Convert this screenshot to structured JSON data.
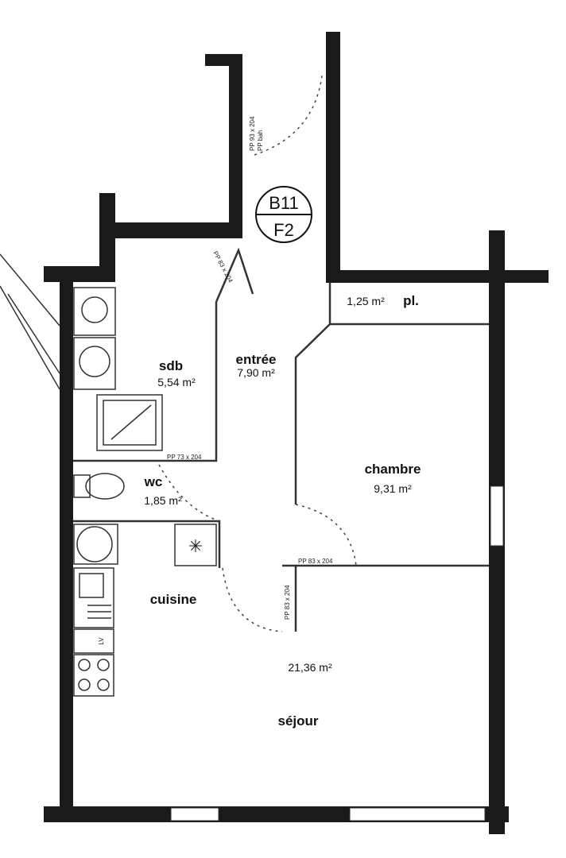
{
  "badge": {
    "building": "B11",
    "type": "F2"
  },
  "rooms": {
    "entree": {
      "name": "entrée",
      "area": "7,90 m²"
    },
    "sdb": {
      "name": "sdb",
      "area": "5,54 m²"
    },
    "wc": {
      "name": "wc",
      "area": "1,85 m²"
    },
    "cuisine": {
      "name": "cuisine"
    },
    "placard": {
      "name": "pl.",
      "area": "1,25 m²"
    },
    "chambre": {
      "name": "chambre",
      "area": "9,31 m²"
    },
    "sejour": {
      "name": "séjour",
      "area": "21,36 m²"
    }
  },
  "fixtures": {
    "dishwasher": "LV"
  },
  "doors": {
    "entry": "PP 93 x 204",
    "entry_sub": "PP bah",
    "sdb": "PP 83 x 204",
    "wc": "PP 73 x 204",
    "chambre": "PP 83 x 204",
    "sejour": "PP 83 x 204"
  }
}
